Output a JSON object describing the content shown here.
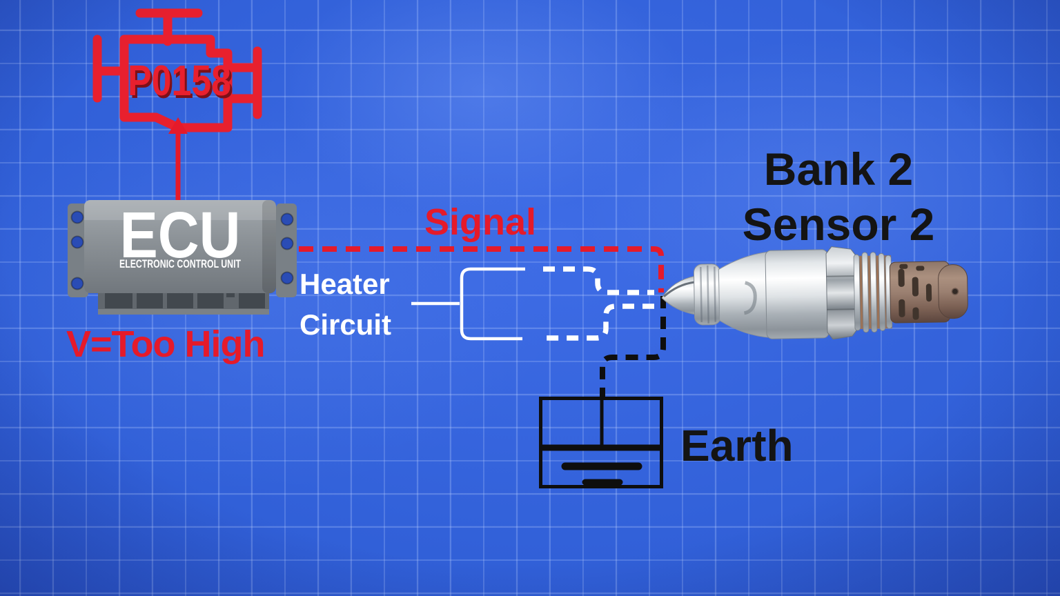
{
  "scene": {
    "description": "P0158 oxygen sensor heater circuit wiring diagram on blueprint background",
    "background_color": "#2f5ccd",
    "grid_color": "#8fa9e8"
  },
  "check_engine": {
    "code": "P0158",
    "icon": "check-engine-lamp-icon",
    "color": "#e8202e"
  },
  "ecu": {
    "name": "ECU",
    "subtitle": "ELECTRONIC CONTROL UNIT",
    "fault_reading": "V=Too High",
    "icon": "ecu-module-graphic"
  },
  "wiring": {
    "signal": {
      "label": "Signal",
      "color": "#e51a2a",
      "style": "red-dashed"
    },
    "heater": {
      "label_line1": "Heater",
      "label_line2": "Circuit",
      "color": "#ffffff",
      "style": "white-dashed"
    },
    "ground": {
      "label": "Earth",
      "color": "#0e0e0e",
      "style": "black-dashed",
      "icon": "earth-ground-symbol"
    }
  },
  "sensor": {
    "label_line1": "Bank 2",
    "label_line2": "Sensor 2",
    "icon": "oxygen-sensor-photo"
  }
}
